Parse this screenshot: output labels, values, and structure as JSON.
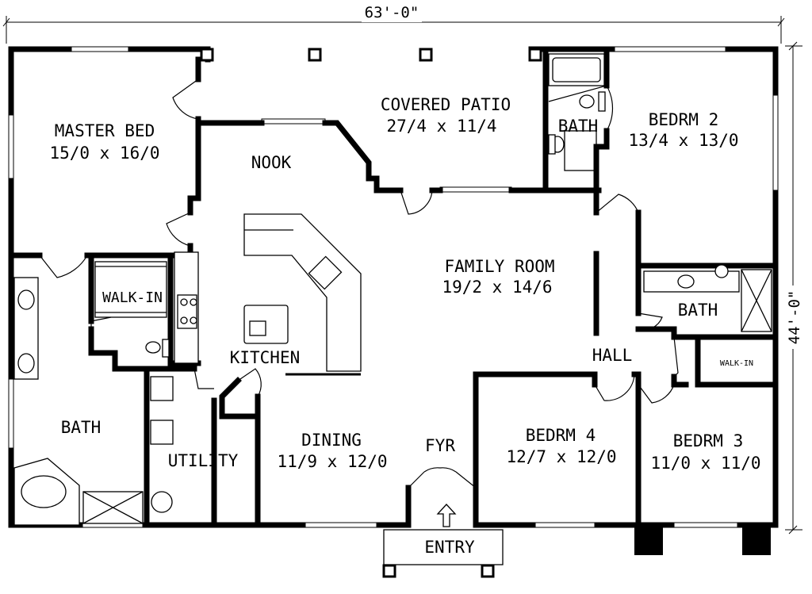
{
  "dimensions": {
    "width_label": "63'-0\"",
    "depth_label": "44'-0\""
  },
  "rooms": {
    "master_bed": {
      "name": "MASTER BED",
      "size": "15/0 x 16/0"
    },
    "covered_patio": {
      "name": "COVERED PATIO",
      "size": "27/4 x 11/4"
    },
    "nook": {
      "name": "NOOK"
    },
    "bath_upper": {
      "name": "BATH"
    },
    "bedrm_2": {
      "name": "BEDRM 2",
      "size": "13/4 x 13/0"
    },
    "family_room": {
      "name": "FAMILY ROOM",
      "size": "19/2 x 14/6"
    },
    "walk_in_master": {
      "name": "WALK-IN"
    },
    "kitchen": {
      "name": "KITCHEN"
    },
    "bath_right": {
      "name": "BATH"
    },
    "hall": {
      "name": "HALL"
    },
    "walk_in_small": {
      "name": "WALK-IN"
    },
    "master_bath": {
      "name": "BATH"
    },
    "utility": {
      "name": "UTILITY"
    },
    "dining": {
      "name": "DINING",
      "size": "11/9 x 12/0"
    },
    "foyer": {
      "name": "FYR"
    },
    "bedrm_4": {
      "name": "BEDRM 4",
      "size": "12/7 x 12/0"
    },
    "bedrm_3": {
      "name": "BEDRM 3",
      "size": "11/0 x 11/0"
    },
    "entry": {
      "name": "ENTRY"
    }
  }
}
